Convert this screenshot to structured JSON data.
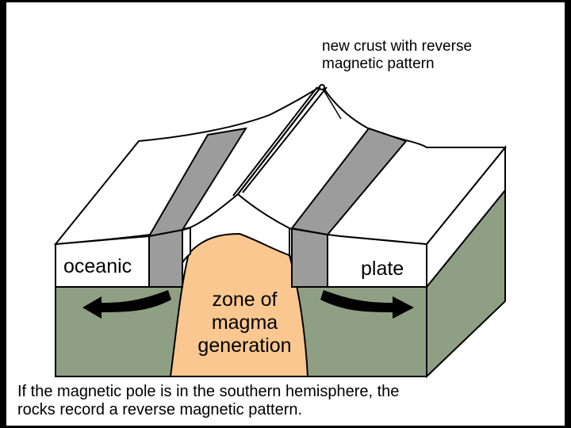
{
  "labels": {
    "new_crust": [
      "new crust with reverse",
      "magnetic pattern"
    ],
    "oceanic": "oceanic",
    "plate": "plate",
    "zone": [
      "zone of",
      "magma",
      "generation"
    ]
  },
  "caption": [
    "If the magnetic pole is in the southern hemisphere, the",
    "rocks record a reverse magnetic pattern."
  ],
  "colors": {
    "mantle": "#8f9f83",
    "magma": "#f9c78f",
    "stripe": "#9c9c9c",
    "crust": "#ffffff",
    "outline": "#000000"
  },
  "icons": [
    "arrow-left-icon",
    "arrow-right-icon"
  ]
}
